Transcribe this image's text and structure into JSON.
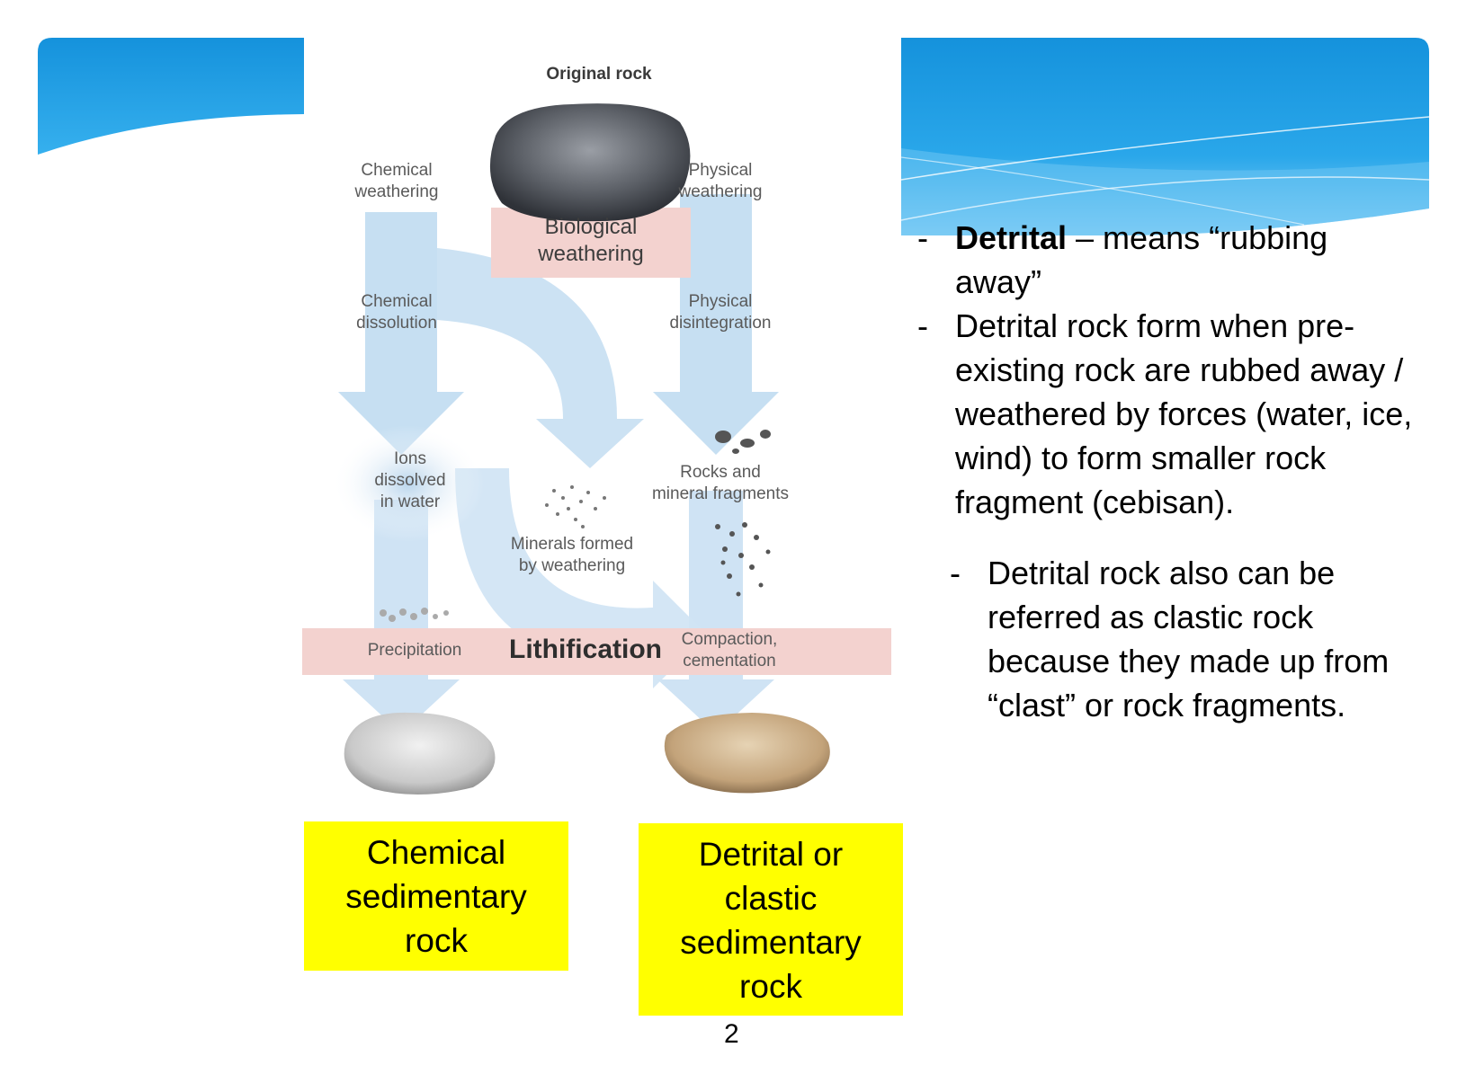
{
  "diagram": {
    "original_rock_label": "Original rock",
    "chemical_weathering_label": [
      "Chemical",
      "weathering"
    ],
    "physical_weathering_label": [
      "Physical",
      "weathering"
    ],
    "biological_weathering_label": [
      "Biological",
      "weathering"
    ],
    "chemical_dissolution_label": [
      "Chemical",
      "dissolution"
    ],
    "physical_disintegration_label": [
      "Physical",
      "disintegration"
    ],
    "ions_label": [
      "Ions",
      "dissolved",
      "in water"
    ],
    "minerals_label": [
      "Minerals formed",
      "by weathering"
    ],
    "fragments_label": [
      "Rocks and",
      "mineral fragments"
    ],
    "precipitation_label": "Precipitation",
    "lithification_label": "Lithification",
    "compaction_label": [
      "Compaction,",
      "cementation"
    ]
  },
  "boxes": {
    "chemical": [
      "Chemical",
      "sedimentary",
      "rock"
    ],
    "detrital": [
      "Detrital or",
      "clastic",
      "sedimentary",
      "rock"
    ]
  },
  "bullets": {
    "b1_bold": "Detrital",
    "b1_rest": " – means “rubbing away”",
    "b2": "Detrital rock form when pre-existing rock are rubbed away / weathered by forces (water, ice, wind) to form smaller rock fragment (cebisan).",
    "b3": "Detrital rock also can be referred as clastic rock because they made up from “clast” or rock fragments.",
    "dash": "-"
  },
  "page_number": "2",
  "colors": {
    "header_blue": "#1a9be0",
    "highlight_yellow": "#ffff00",
    "band_pink": "#f3d2cf",
    "arrow_blue": "#c6dff2"
  }
}
